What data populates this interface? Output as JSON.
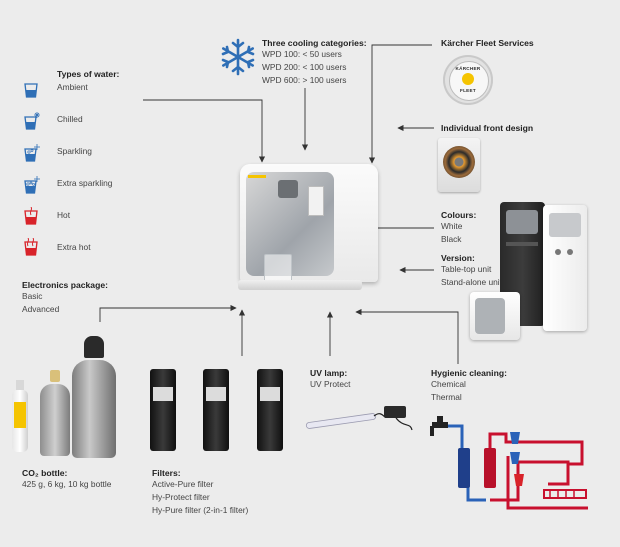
{
  "cooling": {
    "title": "Three cooling categories:",
    "lines": [
      "WPD 100: < 50 users",
      "WPD 200: < 100 users",
      "WPD 600: > 100 users"
    ]
  },
  "fleet": {
    "title": "Kärcher Fleet Services",
    "badge_top": "KÄRCHER",
    "badge_bottom": "FLEET"
  },
  "front_design": {
    "title": "Individual front design"
  },
  "water": {
    "title": "Types of water:",
    "items": [
      "Ambient",
      "Chilled",
      "Sparkling",
      "Extra sparkling",
      "Hot",
      "Extra hot"
    ]
  },
  "colours": {
    "title": "Colours:",
    "items": [
      "White",
      "Black"
    ]
  },
  "version": {
    "title": "Version:",
    "items": [
      "Table-top unit",
      "Stand-alone unit"
    ]
  },
  "electronics": {
    "title": "Electronics package:",
    "items": [
      "Basic",
      "Advanced"
    ]
  },
  "uv": {
    "title": "UV lamp:",
    "items": [
      "UV Protect"
    ]
  },
  "hygienic": {
    "title": "Hygienic cleaning:",
    "items": [
      "Chemical",
      "Thermal"
    ]
  },
  "co2": {
    "title": "CO₂ bottle:",
    "items": [
      "425 g, 6 kg, 10 kg bottle"
    ]
  },
  "filters": {
    "title": "Filters:",
    "items": [
      "Active-Pure filter",
      "Hy-Protect filter",
      "Hy-Pure filter (2-in-1 filter)"
    ]
  },
  "colors": {
    "brand_yellow": "#f5c400",
    "icon_blue": "#2f6fb6",
    "hot_red": "#d8232a",
    "cool_blue": "#3b82d8",
    "pipe_red": "#c8102e"
  }
}
